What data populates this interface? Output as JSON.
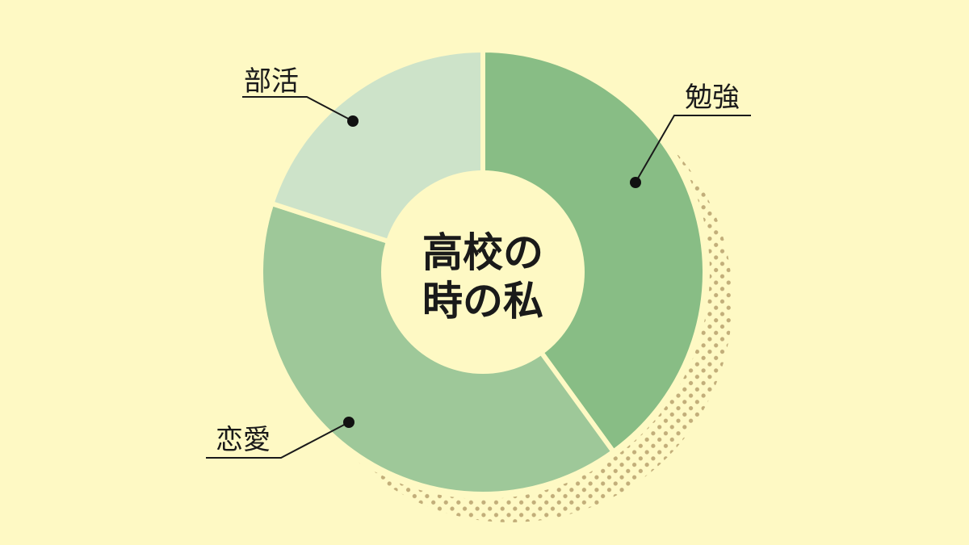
{
  "chart_data": {
    "type": "pie",
    "variant": "donut",
    "title": "高校の時の私",
    "title_lines": [
      "高校の",
      "時の私"
    ],
    "categories": [
      "勉強",
      "恋愛",
      "部活"
    ],
    "values": [
      40,
      40,
      20
    ],
    "unit": "%",
    "colors": [
      "#88bd85",
      "#9ec899",
      "#cde3c9"
    ],
    "legend": "none",
    "background": "#fef9c4",
    "shadow_color": "#c2ae7a"
  }
}
